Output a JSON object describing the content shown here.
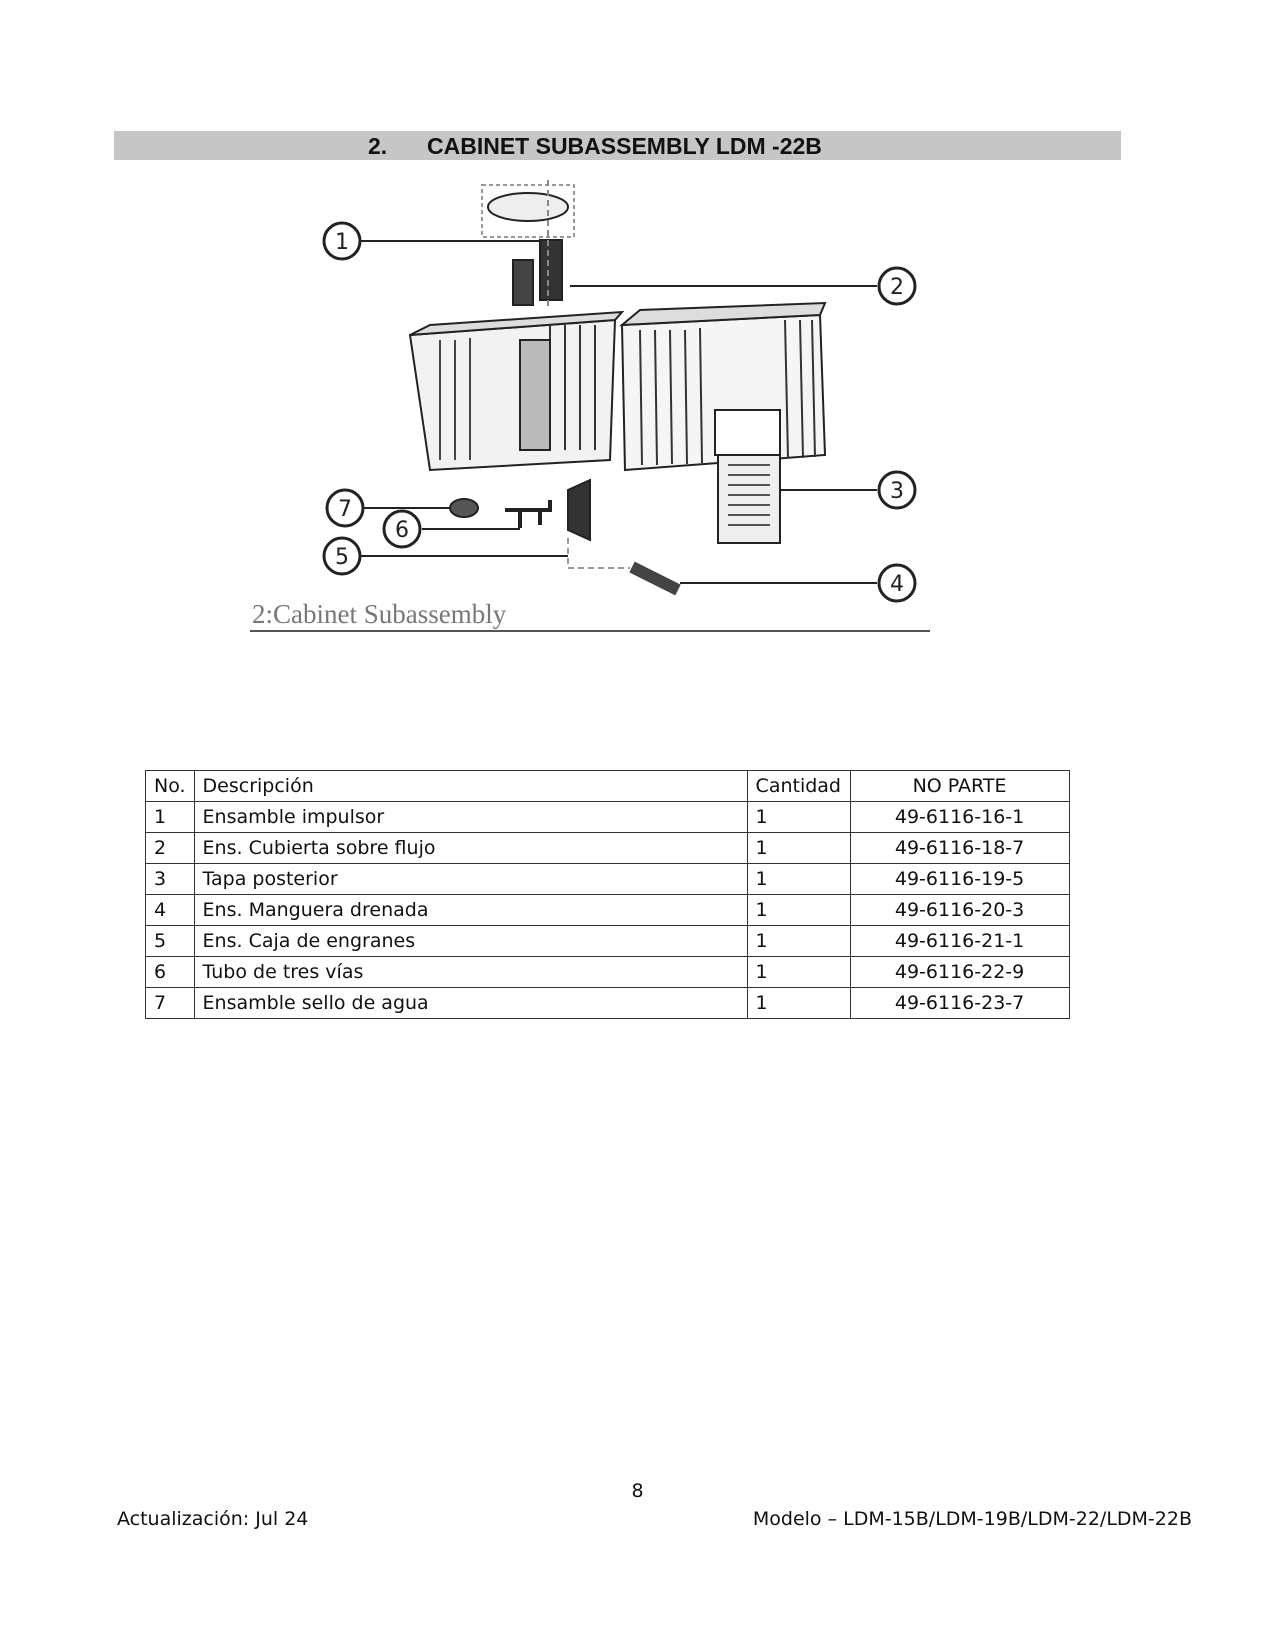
{
  "section": {
    "number": "2.",
    "title": "CABINET SUBASSEMBLY LDM -22B"
  },
  "diagram": {
    "caption": "2:Cabinet Subassembly",
    "callouts": [
      "1",
      "2",
      "3",
      "4",
      "5",
      "6",
      "7"
    ]
  },
  "table": {
    "headers": [
      "No.",
      "Descripción",
      "Cantidad",
      "NO PARTE"
    ],
    "rows": [
      {
        "no": "1",
        "description": "Ensamble impulsor",
        "qty": "1",
        "part": "49-6116-16-1"
      },
      {
        "no": "2",
        "description": "Ens. Cubierta sobre flujo",
        "qty": "1",
        "part": "49-6116-18-7"
      },
      {
        "no": "3",
        "description": "Tapa posterior",
        "qty": "1",
        "part": "49-6116-19-5"
      },
      {
        "no": "4",
        "description": "Ens. Manguera drenada",
        "qty": "1",
        "part": "49-6116-20-3"
      },
      {
        "no": "5",
        "description": "Ens. Caja de engranes",
        "qty": "1",
        "part": "49-6116-21-1"
      },
      {
        "no": "6",
        "description": "Tubo de tres vías",
        "qty": "1",
        "part": "49-6116-22-9"
      },
      {
        "no": "7",
        "description": "Ensamble sello de agua",
        "qty": "1",
        "part": "49-6116-23-7"
      }
    ]
  },
  "footer": {
    "page_number": "8",
    "update": "Actualización: Jul 24",
    "model": "Modelo – LDM-15B/LDM-19B/LDM-22/LDM-22B"
  }
}
